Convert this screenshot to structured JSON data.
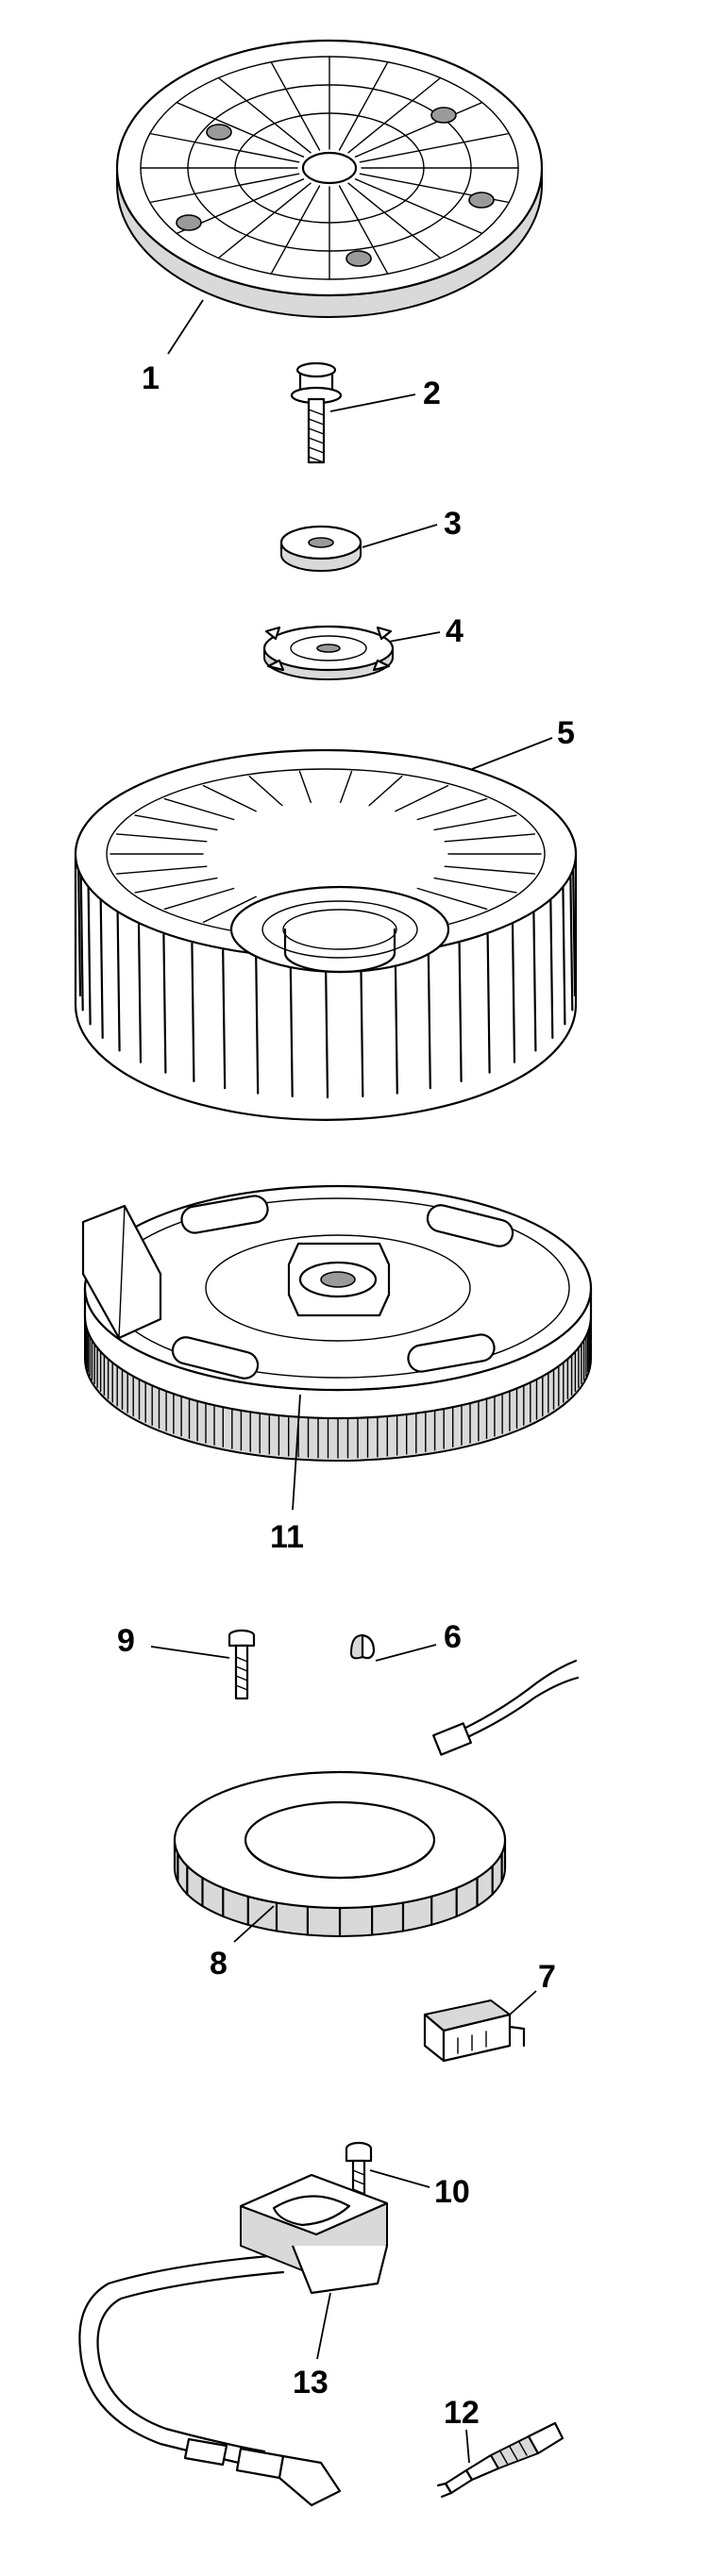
{
  "callouts": {
    "c1": "1",
    "c2": "2",
    "c3": "3",
    "c4": "4",
    "c5": "5",
    "c6": "6",
    "c7": "7",
    "c8": "8",
    "c9": "9",
    "c10": "10",
    "c11": "11",
    "c12": "12",
    "c13": "13"
  },
  "icons": {
    "grass-screen": "grass-screen-icon",
    "flywheel-bolt": "flywheel-bolt-icon",
    "washer": "washer-icon",
    "fan-retainer": "fan-retainer-icon",
    "cooling-fan": "cooling-fan-icon",
    "flywheel": "flywheel-icon",
    "stator-screw": "stator-screw-icon",
    "flywheel-key": "flywheel-key-icon",
    "stator": "stator-icon",
    "rectifier-module": "rectifier-module-icon",
    "ignition-screw": "ignition-screw-icon",
    "ignition-module": "ignition-module-icon",
    "spark-plug": "spark-plug-icon"
  },
  "colors": {
    "line": "#000000",
    "background": "#ffffff",
    "shade": "#d9d9d9"
  }
}
